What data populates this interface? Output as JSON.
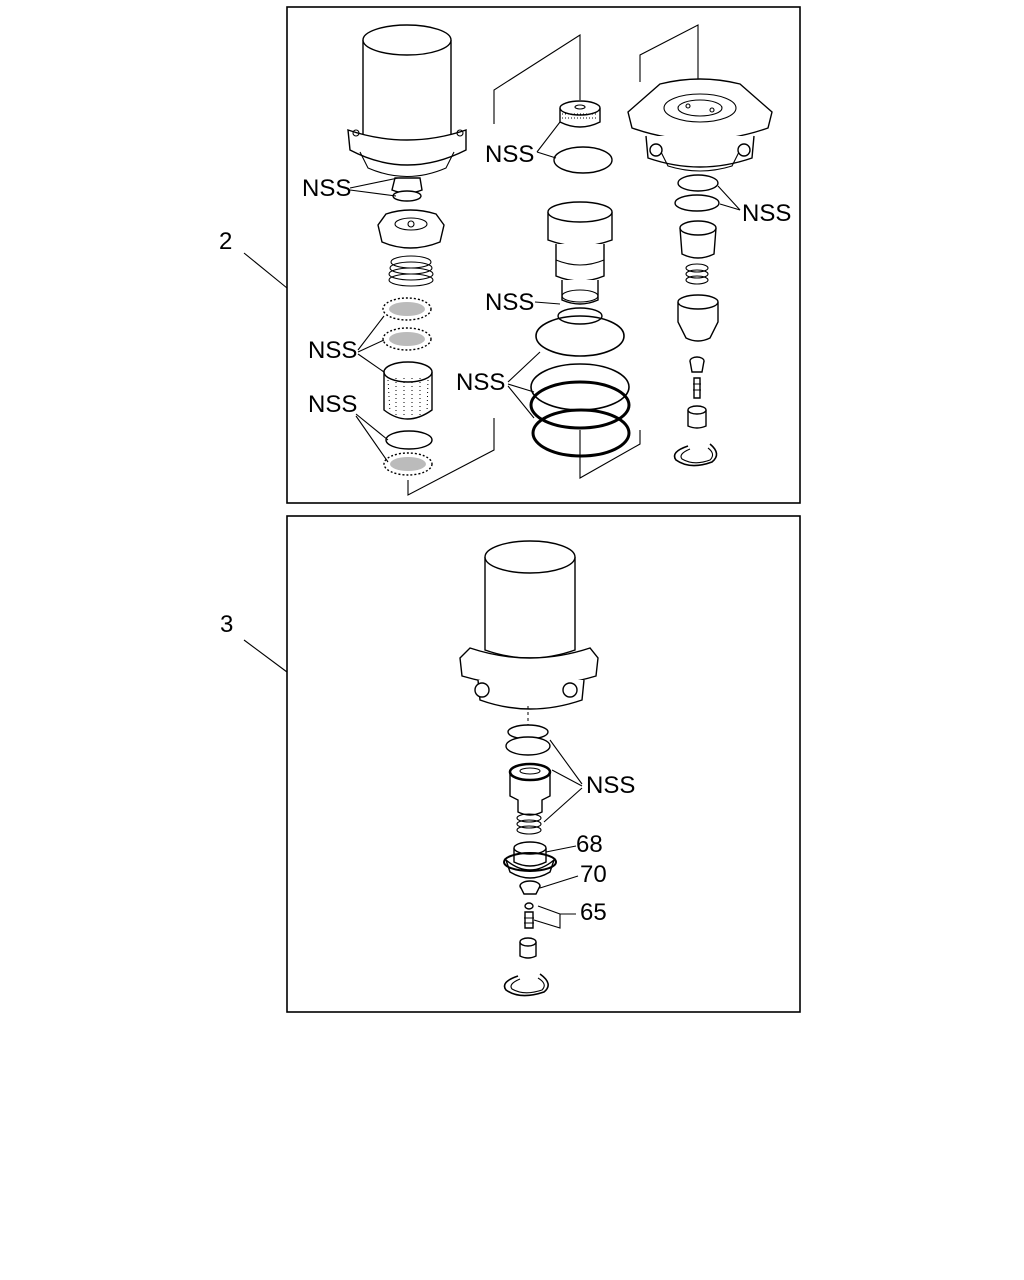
{
  "figure_2": {
    "callout": "2",
    "labels": {
      "nss_top_left": "NSS",
      "nss_top_middle": "NSS",
      "nss_top_right": "NSS",
      "nss_screens": "NSS",
      "nss_lower_left": "NSS",
      "nss_middle_seal": "NSS",
      "nss_middle_orings": "NSS"
    }
  },
  "figure_3": {
    "callout": "3",
    "labels": {
      "nss": "NSS",
      "part_68": "68",
      "part_70": "70",
      "part_65": "65"
    }
  },
  "colors": {
    "line": "#000000",
    "background": "#ffffff"
  }
}
